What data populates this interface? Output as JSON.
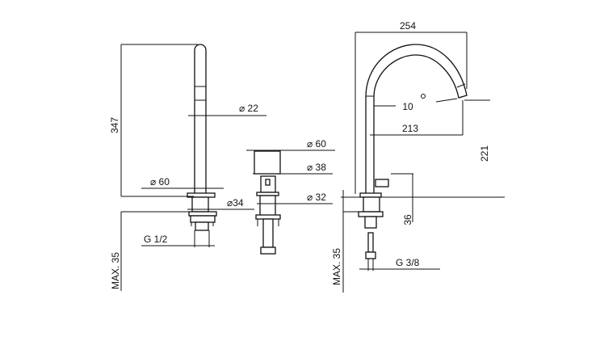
{
  "drawing": {
    "left_tap": {
      "height": "347",
      "tube_diameter": "⌀ 22",
      "base_diameter": "⌀ 60",
      "shank_diameter": "⌀34",
      "thread": "G 1/2",
      "max_thickness": "MAX. 35"
    },
    "middle_handle": {
      "handle_diameter": "⌀ 60",
      "body_diameter": "⌀ 38",
      "shank_diameter": "⌀ 32",
      "max_thickness": "MAX. 35"
    },
    "right_tap": {
      "reach_total": "254",
      "spout_offset": "10",
      "reach": "213",
      "height": "221",
      "lever_height": "36",
      "thread": "G 3/8"
    },
    "colors": {
      "line": "#111111",
      "background": "#ffffff"
    }
  }
}
